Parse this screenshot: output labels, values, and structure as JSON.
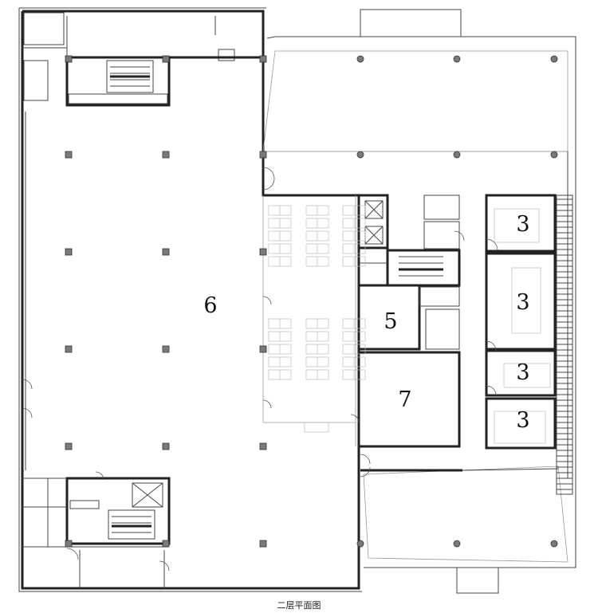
{
  "caption": "二层平面图",
  "room_labels": [
    "6",
    "5",
    "7",
    "3",
    "3",
    "3",
    "3"
  ]
}
